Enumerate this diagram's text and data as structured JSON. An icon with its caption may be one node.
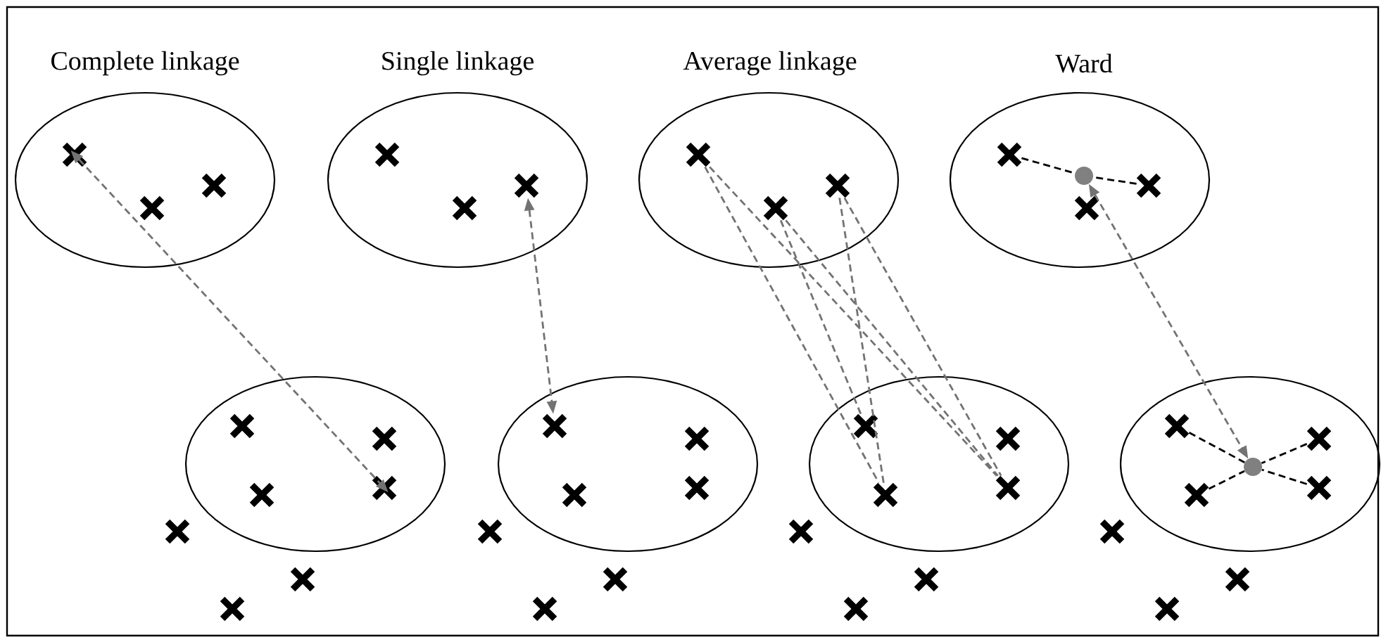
{
  "diagram": {
    "nodes": [
      {
        "text": [],
        "shape": "ellipse"
      },
      {
        "text": [],
        "shape": "cross",
        "in": 0
      },
      {
        "text": [],
        "shape": "cross",
        "in": 0
      },
      {
        "text": [],
        "shape": "cross",
        "in": 0
      },
      {
        "text": [],
        "shape": "ellipse"
      },
      {
        "text": [],
        "shape": "cross",
        "in": 4
      },
      {
        "text": [],
        "shape": "cross",
        "in": 4
      },
      {
        "text": [],
        "shape": "cross",
        "in": 4
      },
      {
        "text": [],
        "shape": "cross",
        "in": 4
      },
      {
        "text": [],
        "shape": "cross"
      },
      {
        "text": [],
        "shape": "cross"
      },
      {
        "text": [],
        "shape": "cross"
      },
      {
        "text": [],
        "shape": "ellipse"
      },
      {
        "text": [],
        "shape": "cross",
        "in": 12
      },
      {
        "text": [],
        "shape": "cross",
        "in": 12
      },
      {
        "text": [],
        "shape": "cross",
        "in": 12
      },
      {
        "text": [],
        "shape": "ellipse"
      },
      {
        "text": [],
        "shape": "cross",
        "in": 16
      },
      {
        "text": [],
        "shape": "cross",
        "in": 16
      },
      {
        "text": [],
        "shape": "cross",
        "in": 16
      },
      {
        "text": [],
        "shape": "cross",
        "in": 16
      },
      {
        "text": [],
        "shape": "cross"
      },
      {
        "text": [],
        "shape": "cross"
      },
      {
        "text": [],
        "shape": "cross"
      },
      {
        "text": [],
        "shape": "ellipse"
      },
      {
        "text": [],
        "shape": "cross",
        "in": 24
      },
      {
        "text": [],
        "shape": "cross",
        "in": 24
      },
      {
        "text": [],
        "shape": "cross",
        "in": 24
      },
      {
        "text": [],
        "shape": "ellipse"
      },
      {
        "text": [],
        "shape": "cross",
        "in": 28
      },
      {
        "text": [],
        "shape": "cross",
        "in": 28
      },
      {
        "text": [],
        "shape": "cross",
        "in": 28
      },
      {
        "text": [],
        "shape": "cross",
        "in": 28
      },
      {
        "text": [],
        "shape": "cross"
      },
      {
        "text": [],
        "shape": "cross"
      },
      {
        "text": [],
        "shape": "cross"
      },
      {
        "text": [],
        "shape": "ellipse"
      },
      {
        "text": [],
        "shape": "cross",
        "in": 36
      },
      {
        "text": [],
        "shape": "cross",
        "in": 36
      },
      {
        "text": [],
        "shape": "cross",
        "in": 36
      },
      {
        "text": [],
        "shape": "circle",
        "in": 36
      },
      {
        "text": [],
        "shape": "ellipse"
      },
      {
        "text": [],
        "shape": "cross",
        "in": 41
      },
      {
        "text": [],
        "shape": "cross",
        "in": 41
      },
      {
        "text": [],
        "shape": "cross",
        "in": 41
      },
      {
        "text": [],
        "shape": "cross",
        "in": 41
      },
      {
        "text": [],
        "shape": "circle",
        "in": 41
      },
      {
        "text": [],
        "shape": "cross"
      },
      {
        "text": [],
        "shape": "cross"
      },
      {
        "text": [],
        "shape": "cross"
      }
    ],
    "edges": [
      {
        "from": 1,
        "to": 8,
        "arrow": "both",
        "style": "dashed"
      },
      {
        "from": 15,
        "to": 17,
        "arrow": "both",
        "style": "dashed"
      },
      {
        "from": 25,
        "to": 31,
        "arrow": "none",
        "style": "dashed"
      },
      {
        "from": 25,
        "to": 32,
        "arrow": "none",
        "style": "dashed"
      },
      {
        "from": 26,
        "to": 29,
        "arrow": "none",
        "style": "dashed"
      },
      {
        "from": 26,
        "to": 32,
        "arrow": "none",
        "style": "dashed"
      },
      {
        "from": 27,
        "to": 31,
        "arrow": "none",
        "style": "dashed"
      },
      {
        "from": 27,
        "to": 32,
        "arrow": "none",
        "style": "dashed"
      },
      {
        "from": 37,
        "to": 40,
        "arrow": "none",
        "style": "dashed",
        "color": "#000000"
      },
      {
        "from": 39,
        "to": 40,
        "arrow": "none",
        "style": "dashed",
        "color": "#000000"
      },
      {
        "from": 42,
        "to": 46,
        "arrow": "none",
        "style": "dashed",
        "color": "#000000"
      },
      {
        "from": 43,
        "to": 46,
        "arrow": "none",
        "style": "dashed",
        "color": "#000000"
      },
      {
        "from": 44,
        "to": 46,
        "arrow": "none",
        "style": "dashed",
        "color": "#000000"
      },
      {
        "from": 45,
        "to": 46,
        "arrow": "none",
        "style": "dashed",
        "color": "#000000"
      },
      {
        "from": 40,
        "to": 46,
        "arrow": "both",
        "style": "dashed"
      }
    ],
    "labels": [
      "Complete linkage",
      "Single linkage",
      "Average linkage",
      "Ward"
    ]
  }
}
